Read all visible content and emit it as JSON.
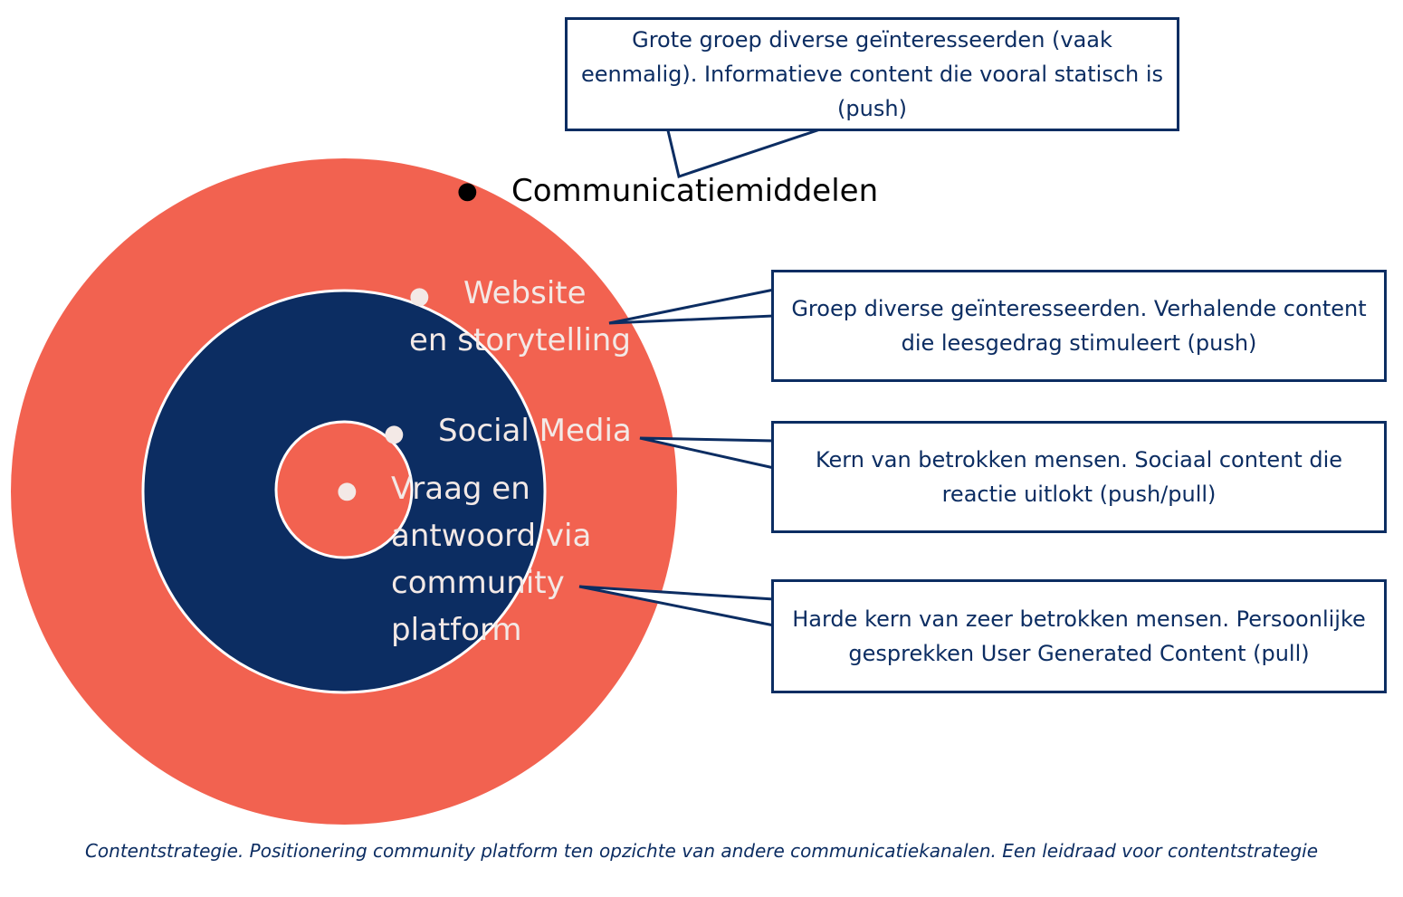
{
  "diagram": {
    "title": "Communicatiemiddelen",
    "rings": [
      {
        "label_lines": [
          "Website",
          "en storytelling"
        ],
        "color": "#f26250"
      },
      {
        "label_lines": [
          "Social Media"
        ],
        "color": "#0c2d62"
      },
      {
        "label_lines": [
          "Vraag en",
          "antwoord via",
          "community",
          "platform"
        ],
        "color": "#f26250"
      }
    ],
    "callouts": [
      "Grote groep diverse geïnteresseerden (vaak eenmalig). Informatieve content die vooral statisch is (push)",
      "Groep diverse geïnteresseerden. Verhalende content die leesgedrag stimuleert (push)",
      "Kern van betrokken mensen. Sociaal content die reactie uitlokt (push/pull)",
      "Harde kern van zeer betrokken mensen. Persoonlijke gesprekken User Generated Content (pull)"
    ],
    "caption": "Contentstrategie. Positionering community platform ten opzichte van andere communicatiekanalen. Een leidraad voor contentstrategie",
    "colors": {
      "navy": "#0c2d62",
      "coral": "#f26250",
      "white": "#ffffff"
    }
  }
}
